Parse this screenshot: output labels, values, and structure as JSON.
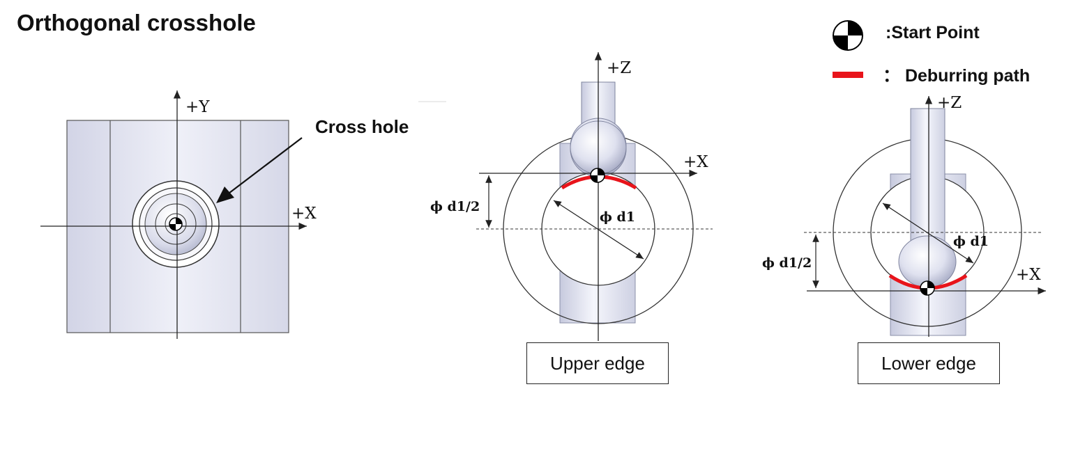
{
  "title": "Orthogonal crosshole",
  "legend": {
    "start_point": ":Start Point",
    "deburring_path": "： Deburring path",
    "path_color": "#e8141b"
  },
  "callout": "Cross hole",
  "views": {
    "top": {
      "axis_y": "+Y",
      "axis_x": "+X"
    },
    "upper": {
      "axis_z": "+Z",
      "axis_x": "+X",
      "radius_dim": "ϕ d1/2",
      "diameter_dim": "ϕ d1",
      "label": "Upper edge"
    },
    "lower": {
      "axis_z": "+Z",
      "axis_x": "+X",
      "radius_dim": "ϕ d1/2",
      "diameter_dim": "ϕ d1",
      "label": "Lower edge"
    }
  }
}
